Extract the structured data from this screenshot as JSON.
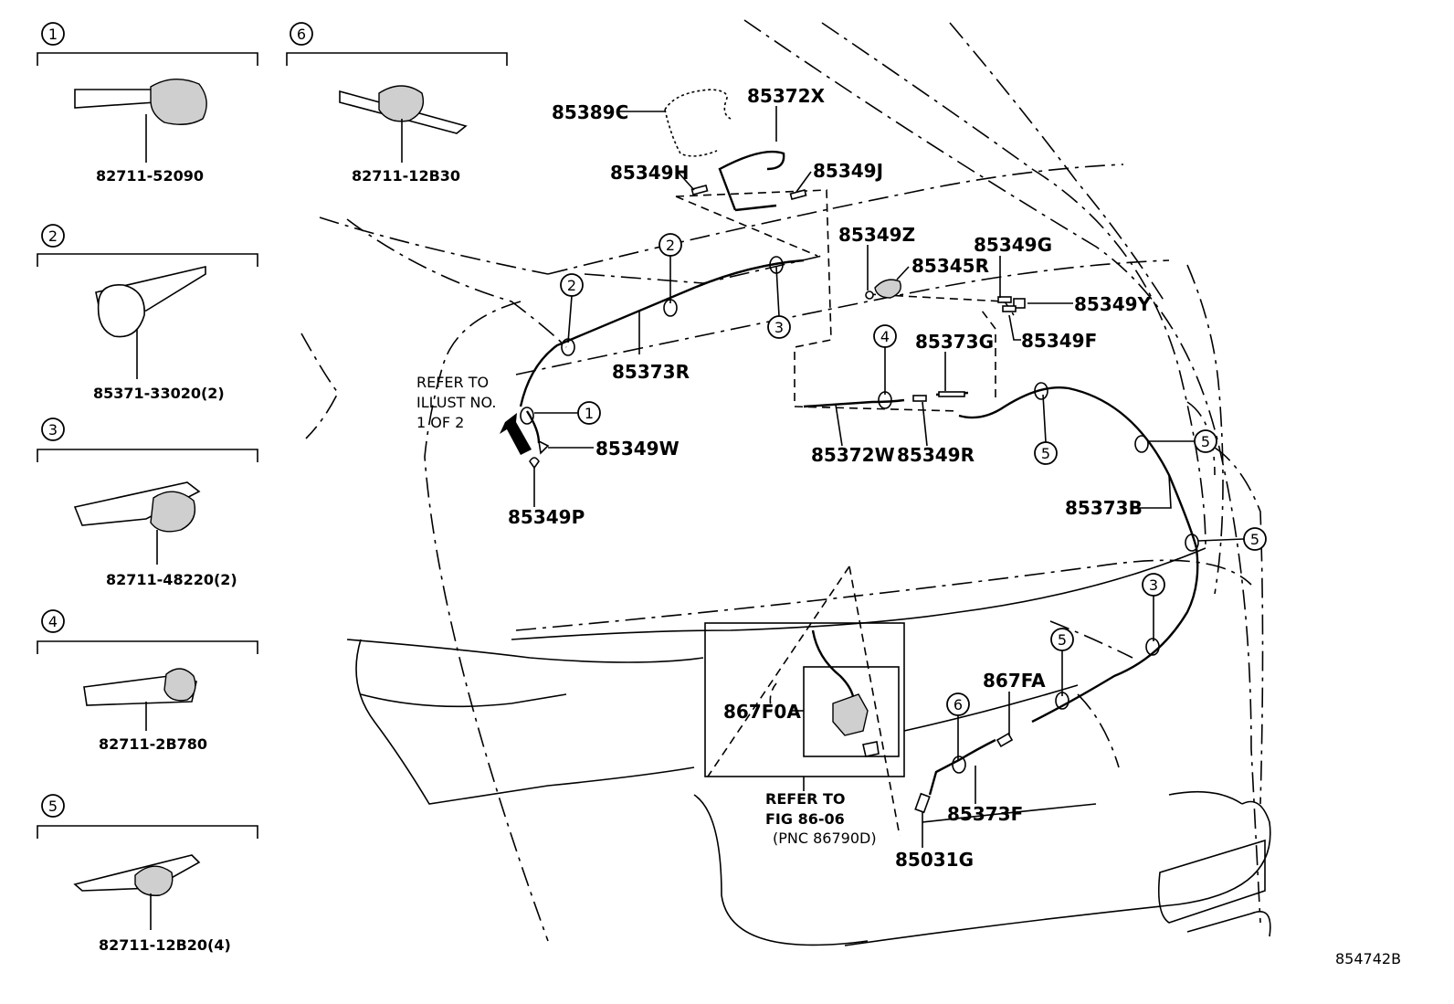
{
  "figure": {
    "figure_id": "854742B",
    "note_illust": [
      "REFER TO",
      "ILLUST NO.",
      "1 OF 2"
    ],
    "note_fig": [
      "REFER TO",
      "FIG 86-06",
      "(PNC 86790D)"
    ]
  },
  "legend_parts": [
    {
      "callout": "1",
      "part_no": "82711-52090"
    },
    {
      "callout": "2",
      "part_no": "85371-33020(2)"
    },
    {
      "callout": "3",
      "part_no": "82711-48220(2)"
    },
    {
      "callout": "4",
      "part_no": "82711-2B780"
    },
    {
      "callout": "5",
      "part_no": "82711-12B20(4)"
    },
    {
      "callout": "6",
      "part_no": "82711-12B30"
    }
  ],
  "labels": {
    "p85389C": "85389C",
    "p85372X": "85372X",
    "p85349H": "85349H",
    "p85349J": "85349J",
    "p85349Z": "85349Z",
    "p85345R": "85345R",
    "p85349G": "85349G",
    "p85349Y": "85349Y",
    "p85349F": "85349F",
    "p85373G": "85373G",
    "p85373R": "85373R",
    "p85349W": "85349W",
    "p85349P": "85349P",
    "p85372W": "85372W",
    "p85349R": "85349R",
    "p85373B": "85373B",
    "p867F0A": "867F0A",
    "p867FA": "867FA",
    "p85373F": "85373F",
    "p85031G": "85031G"
  },
  "diagram_callouts": [
    "2",
    "2",
    "3",
    "1",
    "4",
    "5",
    "5",
    "5",
    "3",
    "5",
    "6"
  ]
}
